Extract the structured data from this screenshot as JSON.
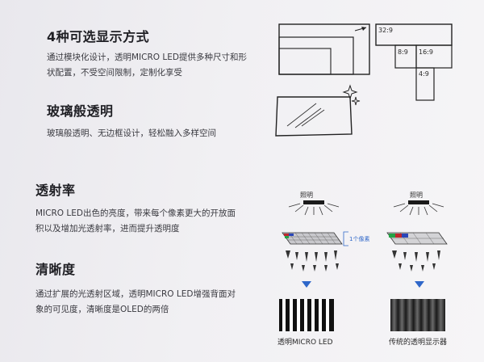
{
  "sections": [
    {
      "title": "4种可选显示方式",
      "body": [
        "通过模块化设计，透明MICRO LED提供多种尺寸和形",
        "状配置，不受空间限制，定制化享受"
      ]
    },
    {
      "title": "玻璃般透明",
      "body": [
        "玻璃般透明、无边框设计，轻松融入多样空间"
      ]
    },
    {
      "title": "透射率",
      "body": [
        "MICRO LED出色的亮度，带来每个像素更大的开放面",
        "积以及增加光透射率，进而提升透明度"
      ]
    },
    {
      "title": "清晰度",
      "body": [
        "通过扩展的光透射区域，透明MICRO LED增强背面对",
        "象的可见度，清晰度是OLED的两倍"
      ]
    }
  ],
  "ratio_labels": [
    "32:9",
    "8:9",
    "16:9",
    "4:9"
  ],
  "light_label": "照明",
  "pixel_label": "1个像素",
  "caption_left": "透明MICRO LED",
  "caption_right": "传统的透明显示器"
}
